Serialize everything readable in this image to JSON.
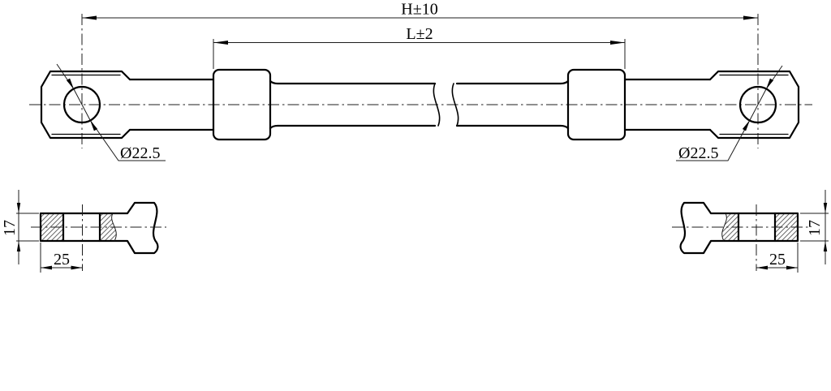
{
  "dims": {
    "overall": "H±10",
    "inner": "L±2",
    "dia_left": "Ø22.5",
    "dia_right": "Ø22.5",
    "thick_left": "17",
    "thick_right": "17",
    "offset_left": "25",
    "offset_right": "25"
  },
  "colors": {
    "line": "#000000",
    "hatch": "#6a6a6a",
    "background": "#ffffff"
  }
}
